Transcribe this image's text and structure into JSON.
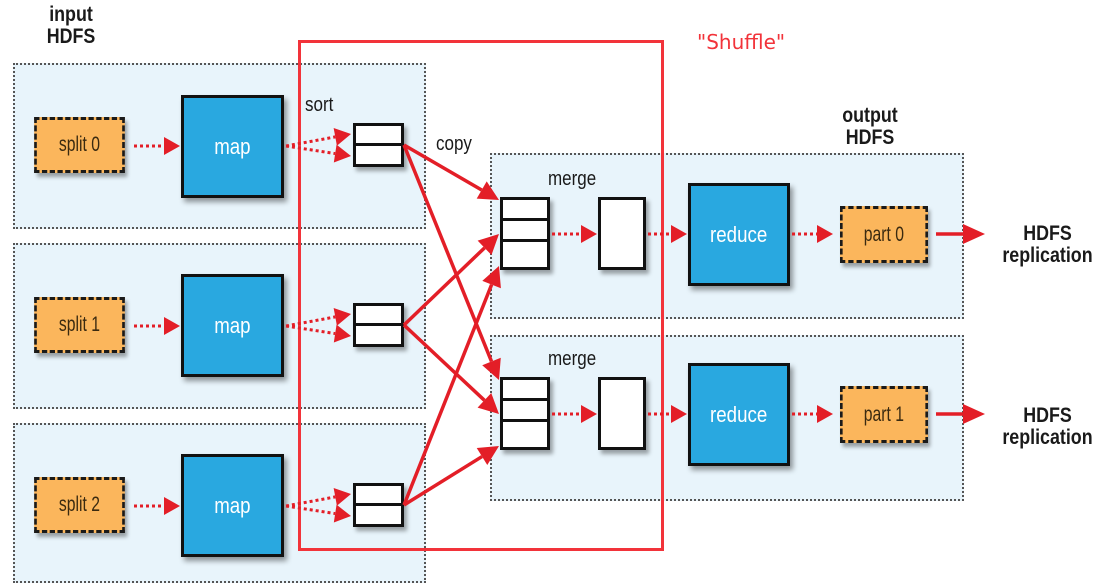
{
  "title_label": "\"Shuffle\"",
  "input_label": [
    "input",
    "HDFS"
  ],
  "output_label": [
    "output",
    "HDFS"
  ],
  "stage_labels": {
    "sort": "sort",
    "copy": "copy",
    "merge": "merge"
  },
  "splits": [
    "split 0",
    "split 1",
    "split 2"
  ],
  "map_label": "map",
  "reduce_label": "reduce",
  "parts": [
    "part 0",
    "part 1"
  ],
  "replication_label": [
    "HDFS",
    "replication"
  ],
  "colors": {
    "accent": "#e31e27",
    "shuffle": "#f2333a",
    "process": "#29a8e0",
    "data": "#fbb65c",
    "panel": "#e8f4fb"
  }
}
